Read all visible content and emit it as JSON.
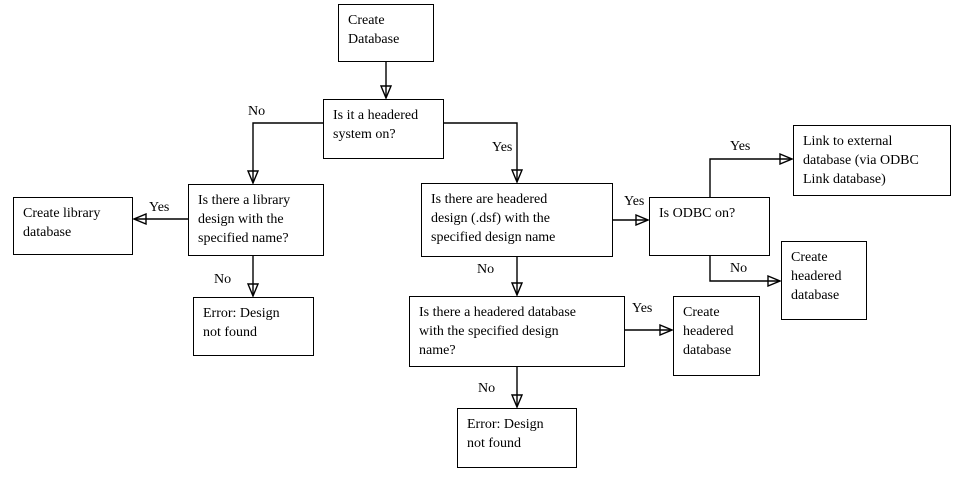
{
  "diagram": {
    "title": "Create Database decision flowchart",
    "background_color": "#ffffff",
    "line_color": "#000000",
    "nodes": {
      "create_database": {
        "label": "Create\nDatabase"
      },
      "is_headered_system": {
        "label": "Is it a headered\nsystem on?"
      },
      "library_design": {
        "label": "Is there a library\ndesign with the\nspecified name?"
      },
      "create_library_database": {
        "label": "Create library\ndatabase"
      },
      "error_not_found_left": {
        "label": "Error: Design\nnot found"
      },
      "headered_design": {
        "label": "Is there are headered\ndesign (.dsf) with the\nspecified design name"
      },
      "is_odbc_on": {
        "label": "Is ODBC on?"
      },
      "link_external_database": {
        "label": "Link to external\ndatabase (via ODBC\nLink database)"
      },
      "create_headered_database_right": {
        "label": "Create\nheadered\ndatabase"
      },
      "headered_database": {
        "label": "Is there a headered database\nwith the specified design\nname?"
      },
      "create_headered_database_mid": {
        "label": "Create\nheadered\ndatabase"
      },
      "error_not_found_bottom": {
        "label": "Error: Design\nnot found"
      }
    },
    "edge_labels": {
      "headered_system_no": "No",
      "headered_system_yes": "Yes",
      "library_design_yes": "Yes",
      "library_design_no": "No",
      "headered_design_yes": "Yes",
      "headered_design_no": "No",
      "odbc_yes": "Yes",
      "odbc_no": "No",
      "headered_database_yes": "Yes",
      "headered_database_no": "No"
    }
  }
}
